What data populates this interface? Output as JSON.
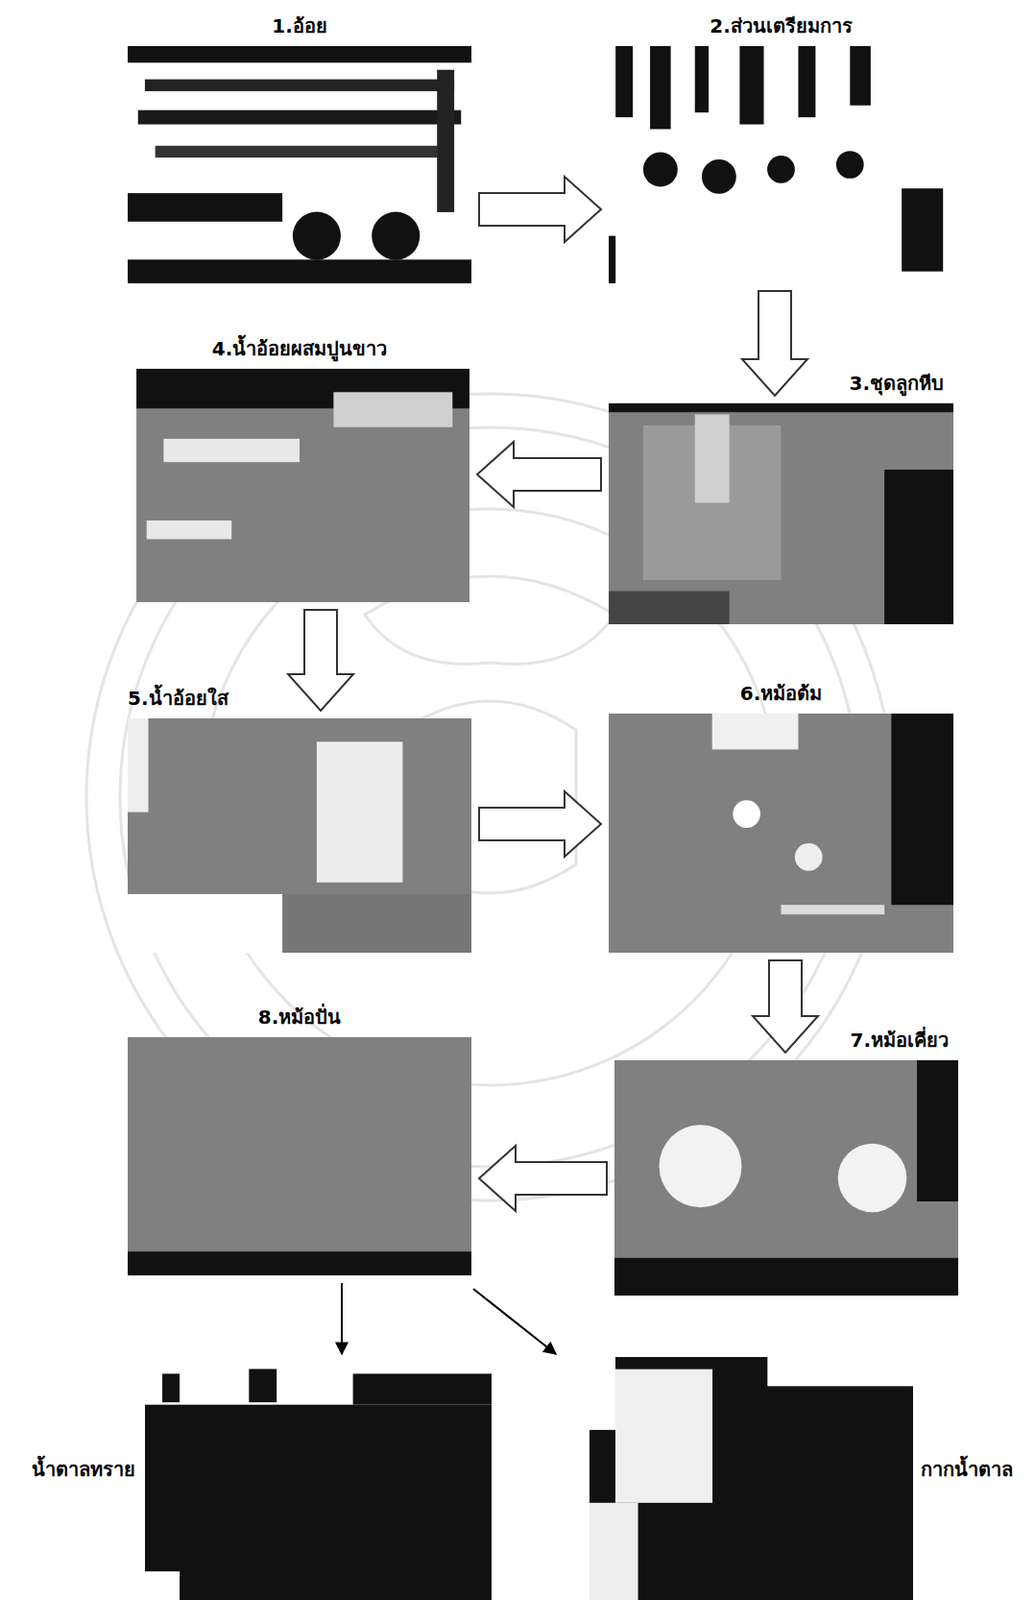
{
  "diagram": {
    "nodes": [
      {
        "text": [
          "1.อ้อย"
        ]
      },
      {
        "text": [
          "2.ส่วนเตรียมการ"
        ]
      },
      {
        "text": [
          "3.ชุดลูกหีบ"
        ]
      },
      {
        "text": [
          "4.น้ำอ้อยผสมปูนขาว"
        ]
      },
      {
        "text": [
          "5.น้ำอ้อยใส"
        ]
      },
      {
        "text": [
          "6.หม้อต้ม"
        ]
      },
      {
        "text": [
          "7.หม้อเคี่ยว"
        ]
      },
      {
        "text": [
          "8.หม้อปั่น"
        ]
      },
      {
        "text": [
          "น้ำตาลทราย"
        ]
      },
      {
        "text": [
          "กากน้ำตาล"
        ]
      }
    ],
    "edges": [
      {
        "from": 0,
        "to": 1,
        "arrow": "to"
      },
      {
        "from": 1,
        "to": 2,
        "arrow": "to"
      },
      {
        "from": 2,
        "to": 3,
        "arrow": "to"
      },
      {
        "from": 3,
        "to": 4,
        "arrow": "to"
      },
      {
        "from": 4,
        "to": 5,
        "arrow": "to"
      },
      {
        "from": 5,
        "to": 6,
        "arrow": "to"
      },
      {
        "from": 6,
        "to": 7,
        "arrow": "to"
      },
      {
        "from": 7,
        "to": 8,
        "arrow": "to"
      },
      {
        "from": 7,
        "to": 9,
        "arrow": "to"
      }
    ]
  }
}
